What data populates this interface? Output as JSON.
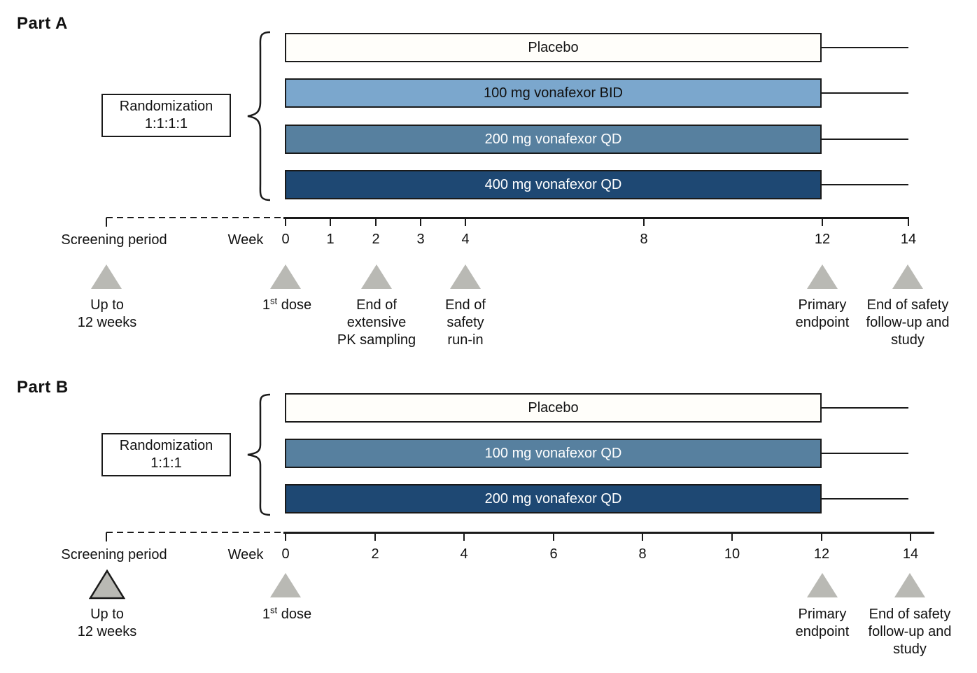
{
  "colors": {
    "placebo_fill": "#fffefa",
    "light_blue": "#7ba7cd",
    "medium_blue": "#57809f",
    "dark_blue": "#1e4873",
    "triangle": "#b9b9b4",
    "text_dark": "#111111",
    "text_light": "#ffffff"
  },
  "part_a": {
    "title": "Part A",
    "randomization": {
      "line1": "Randomization",
      "line2": "1:1:1:1"
    },
    "arms": [
      {
        "label": "Placebo",
        "fill": "#fffefa",
        "text": "#111111"
      },
      {
        "label": "100 mg vonafexor BID",
        "fill": "#7ba7cd",
        "text": "#111111"
      },
      {
        "label": "200 mg vonafexor QD",
        "fill": "#57809f",
        "text": "#ffffff"
      },
      {
        "label": "400 mg vonafexor QD",
        "fill": "#1e4873",
        "text": "#ffffff"
      }
    ],
    "timeline": {
      "screening_label": "Screening period",
      "week_label": "Week",
      "ticks": [
        "0",
        "1",
        "2",
        "3",
        "4",
        "8",
        "12",
        "14"
      ]
    },
    "milestones": {
      "screening": {
        "line1": "Up to",
        "line2": "12 weeks"
      },
      "first_dose": {
        "prefix": "1",
        "sup": "st",
        "suffix": " dose"
      },
      "pk": {
        "line1": "End of",
        "line2": "extensive",
        "line3": "PK sampling"
      },
      "runin": {
        "line1": "End of",
        "line2": "safety",
        "line3": "run-in"
      },
      "primary": {
        "line1": "Primary",
        "line2": "endpoint"
      },
      "end_safety": {
        "line1": "End of safety",
        "line2": "follow-up and",
        "line3": "study"
      }
    }
  },
  "part_b": {
    "title": "Part B",
    "randomization": {
      "line1": "Randomization",
      "line2": "1:1:1"
    },
    "arms": [
      {
        "label": "Placebo",
        "fill": "#fffefa",
        "text": "#111111"
      },
      {
        "label": "100 mg vonafexor QD",
        "fill": "#57809f",
        "text": "#ffffff"
      },
      {
        "label": "200 mg vonafexor QD",
        "fill": "#1e4873",
        "text": "#ffffff"
      }
    ],
    "timeline": {
      "screening_label": "Screening period",
      "week_label": "Week",
      "ticks": [
        "0",
        "2",
        "4",
        "6",
        "8",
        "10",
        "12",
        "14"
      ]
    },
    "milestones": {
      "screening": {
        "line1": "Up to",
        "line2": "12 weeks"
      },
      "first_dose": {
        "prefix": "1",
        "sup": "st",
        "suffix": " dose"
      },
      "primary": {
        "line1": "Primary",
        "line2": "endpoint"
      },
      "end_safety": {
        "line1": "End of safety",
        "line2": "follow-up and",
        "line3": "study"
      }
    }
  }
}
